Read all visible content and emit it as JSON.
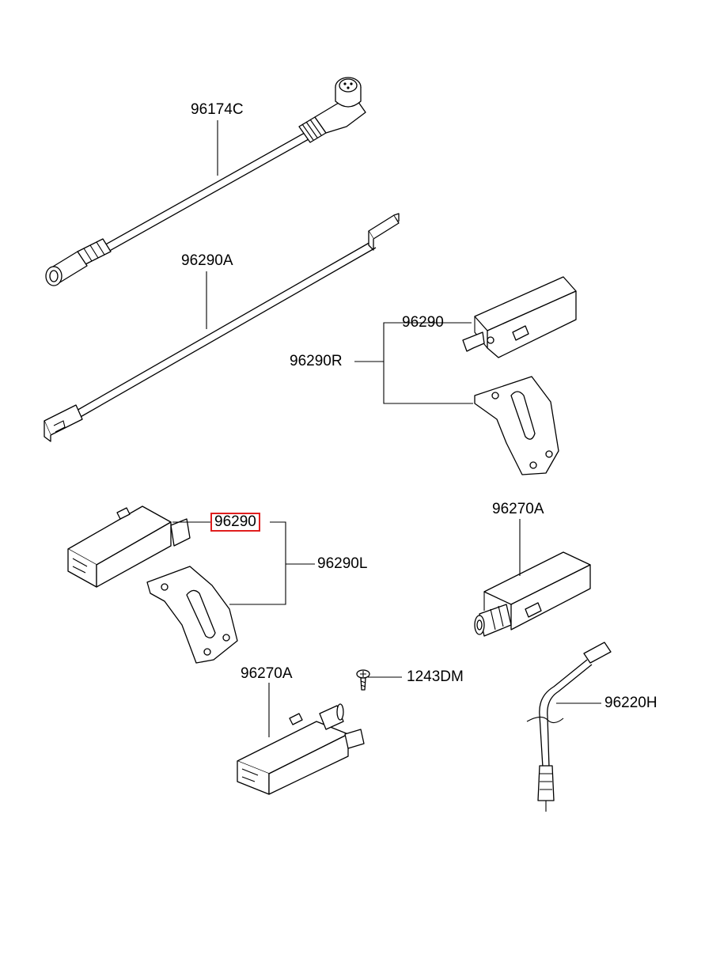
{
  "parts": {
    "p96174C": "96174C",
    "p96290A": "96290A",
    "p96290_top": "96290",
    "p96290R": "96290R",
    "p96290_hl": "96290",
    "p96290L": "96290L",
    "p96270A_right": "96270A",
    "p96270A_bottom": "96270A",
    "p1243DM": "1243DM",
    "p96220H": "96220H"
  },
  "colors": {
    "line": "#000000",
    "highlight": "#e01e1e",
    "background": "#ffffff"
  }
}
